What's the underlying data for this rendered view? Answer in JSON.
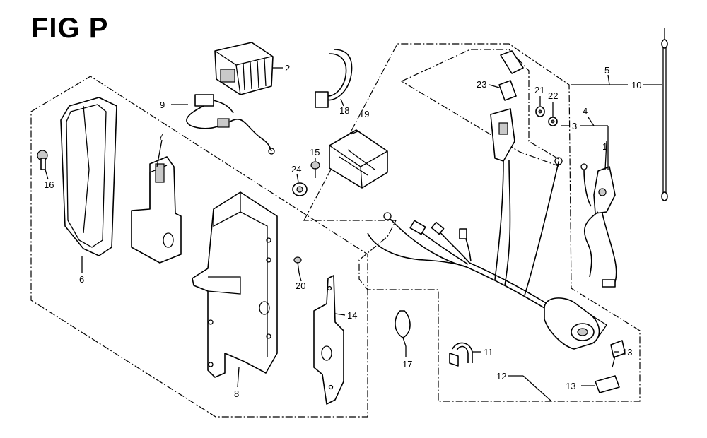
{
  "figure": {
    "title": "FIG P",
    "callouts": [
      "1",
      "2",
      "3",
      "4",
      "5",
      "6",
      "7",
      "8",
      "9",
      "10",
      "11",
      "12",
      "13",
      "14",
      "15",
      "16",
      "17",
      "18",
      "19",
      "20",
      "21",
      "22",
      "23",
      "24"
    ],
    "callout_13_second": "13"
  }
}
